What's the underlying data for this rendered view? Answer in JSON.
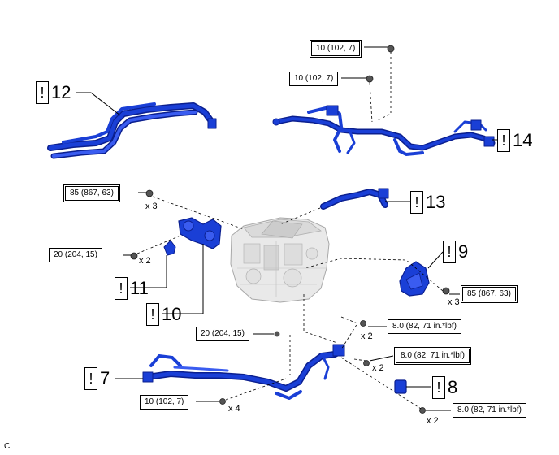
{
  "torques": {
    "t1": "10 (102, 7)",
    "t2": "10 (102, 7)",
    "t3": "85 (867, 63)",
    "t4": "20 (204, 15)",
    "t5": "85 (867, 63)",
    "t6": "20 (204, 15)",
    "t7": "8.0 (82, 71 in.*lbf)",
    "t8": "8.0 (82, 71 in.*lbf)",
    "t9": "8.0 (82, 71 in.*lbf)",
    "t10": "10 (102, 7)"
  },
  "quantities": {
    "q1": "x 3",
    "q2": "x 2",
    "q3": "x 3",
    "q4": "x 2",
    "q5": "x 2",
    "q6": "x 4",
    "q7": "x 2"
  },
  "callouts": {
    "c12": {
      "mark": "!",
      "number": "12"
    },
    "c14": {
      "mark": "!",
      "number": "14"
    },
    "c13": {
      "mark": "!",
      "number": "13"
    },
    "c9": {
      "mark": "!",
      "number": "9"
    },
    "c11": {
      "mark": "!",
      "number": "11"
    },
    "c10": {
      "mark": "!",
      "number": "10"
    },
    "c7": {
      "mark": "!",
      "number": "7"
    },
    "c8": {
      "mark": "!",
      "number": "8"
    }
  },
  "footer_code": "C",
  "colors": {
    "hose": "#1a3fd6",
    "hose_dark": "#0b1f8f",
    "hose_light": "#6f8cff",
    "engine": "#c9c9c9",
    "line": "#000000"
  }
}
